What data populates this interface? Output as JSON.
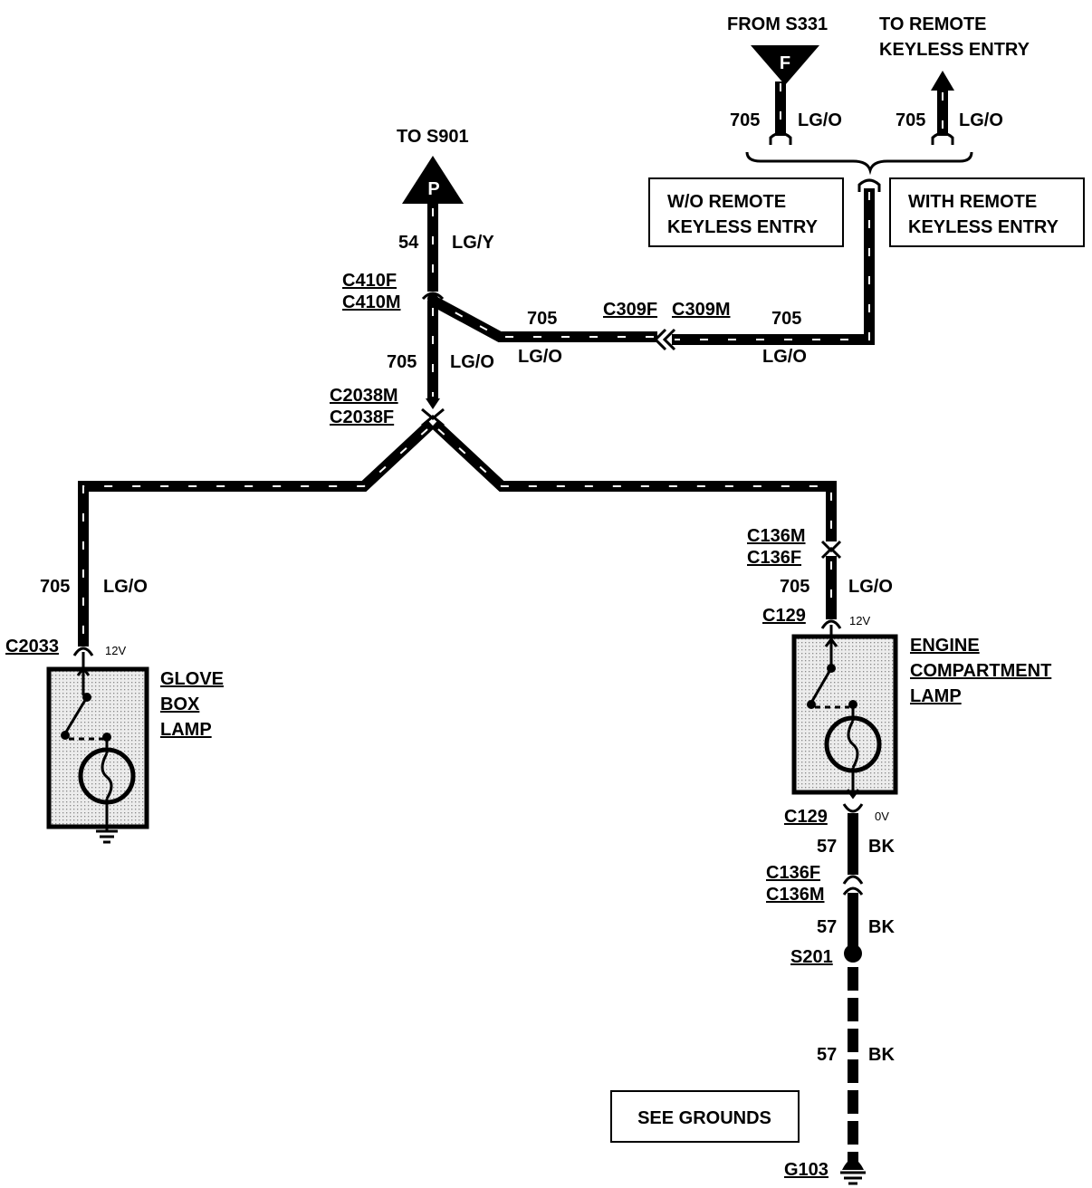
{
  "top": {
    "from_s331": "FROM S331",
    "from_s331_letter": "F",
    "to_rke_line1": "TO REMOTE",
    "to_rke_line2": "KEYLESS ENTRY",
    "to_s901": "TO S901",
    "to_s901_letter": "P"
  },
  "options": {
    "without_line1": "W/O REMOTE",
    "without_line2": "KEYLESS ENTRY",
    "with_line1": "WITH REMOTE",
    "with_line2": "KEYLESS ENTRY"
  },
  "wires": {
    "w705_a": "705",
    "lgo_a": "LG/O",
    "w705_b": "705",
    "lgo_b": "LG/O",
    "w54": "54",
    "lgy": "LG/Y",
    "w705_c": "705",
    "lgo_c": "LG/O",
    "w705_d": "705",
    "lgo_d": "LG/O",
    "w705_e": "705",
    "lgo_e": "LG/O",
    "w705_f": "705",
    "lgo_f": "LG/O",
    "w705_g": "705",
    "lgo_g": "LG/O",
    "w57_a": "57",
    "bk_a": "BK",
    "w57_b": "57",
    "bk_b": "BK",
    "w57_c": "57",
    "bk_c": "BK"
  },
  "connectors": {
    "c410f": "C410F",
    "c410m": "C410M",
    "c309f": "C309F",
    "c309m": "C309M",
    "c2038m": "C2038M",
    "c2038f": "C2038F",
    "c136m_top": "C136M",
    "c136f_top": "C136F",
    "c129_top": "C129",
    "c2033": "C2033",
    "c129_bottom": "C129",
    "c136f_bottom": "C136F",
    "c136m_bottom": "C136M",
    "s201": "S201",
    "g103": "G103"
  },
  "voltages": {
    "glove_12v": "12V",
    "engine_12v": "12V",
    "engine_0v": "0V"
  },
  "components": {
    "glove_line1": "GLOVE",
    "glove_line2": "BOX",
    "glove_line3": "LAMP",
    "engine_line1": "ENGINE",
    "engine_line2": "COMPARTMENT",
    "engine_line3": "LAMP"
  },
  "see_grounds": "SEE GROUNDS"
}
